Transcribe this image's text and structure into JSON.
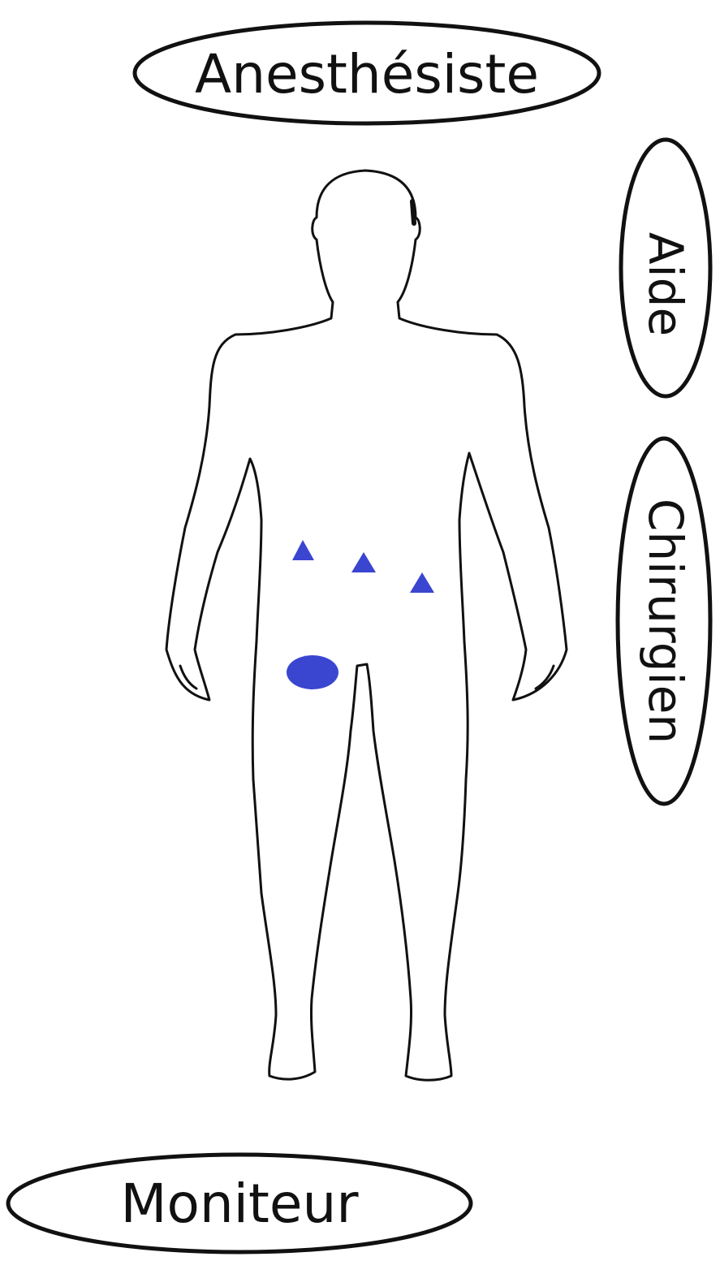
{
  "roles": {
    "top": "Anesthésiste",
    "right_upper": "Aide",
    "right_lower": "Chirurgien",
    "bottom": "Moniteur"
  },
  "markers": {
    "trocar_shape": "triangle",
    "trocar_count": 3,
    "incision_shape": "ellipse",
    "incision_count": 1
  },
  "colors": {
    "marker": "#3a45d0",
    "outline": "#111111",
    "background": "#ffffff"
  }
}
